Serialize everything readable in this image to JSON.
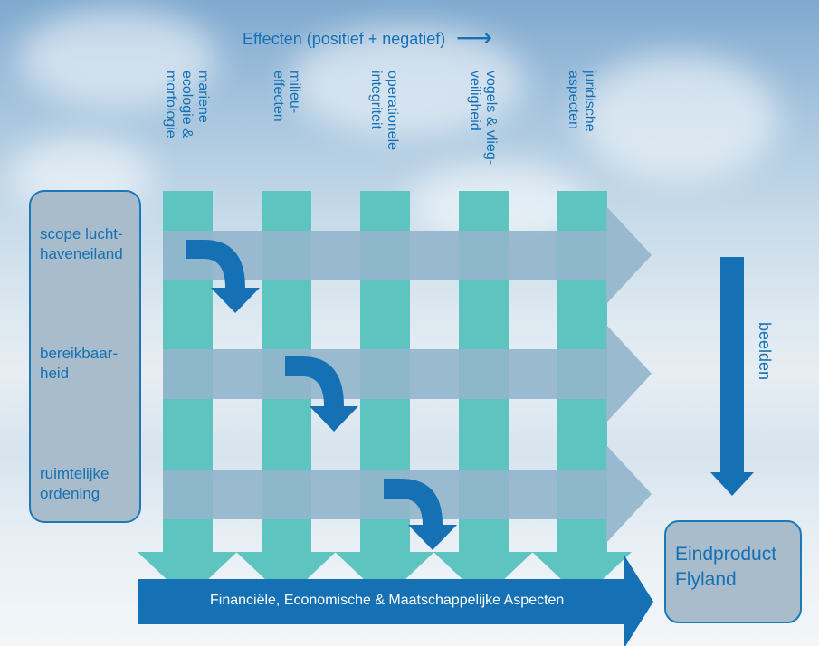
{
  "effects_title": "Effecten (positief + negatief)",
  "effects_arrow": "⟶",
  "columns": [
    {
      "label": "mariene\necologie &\nmorfologie"
    },
    {
      "label": "milieu-\neffecten"
    },
    {
      "label": "operationele\nintegriteit"
    },
    {
      "label": "vogels & vlieg-\nveiligheid"
    },
    {
      "label": "juridische\naspecten"
    }
  ],
  "rows": [
    {
      "label": "scope lucht-\nhaveneiland"
    },
    {
      "label": "bereikbaar-\nheid"
    },
    {
      "label": "ruimtelijke\nordening"
    }
  ],
  "side_label": "beelden",
  "bottom_label": "Financiële, Economische & Maatschappelijke Aspecten",
  "final_box": "Eindproduct\nFlyland",
  "colors": {
    "teal": "#5ec4c0",
    "row_arrow": "#94b5cd",
    "dark_blue": "#1570b4",
    "box_fill": "#a8bccb"
  }
}
